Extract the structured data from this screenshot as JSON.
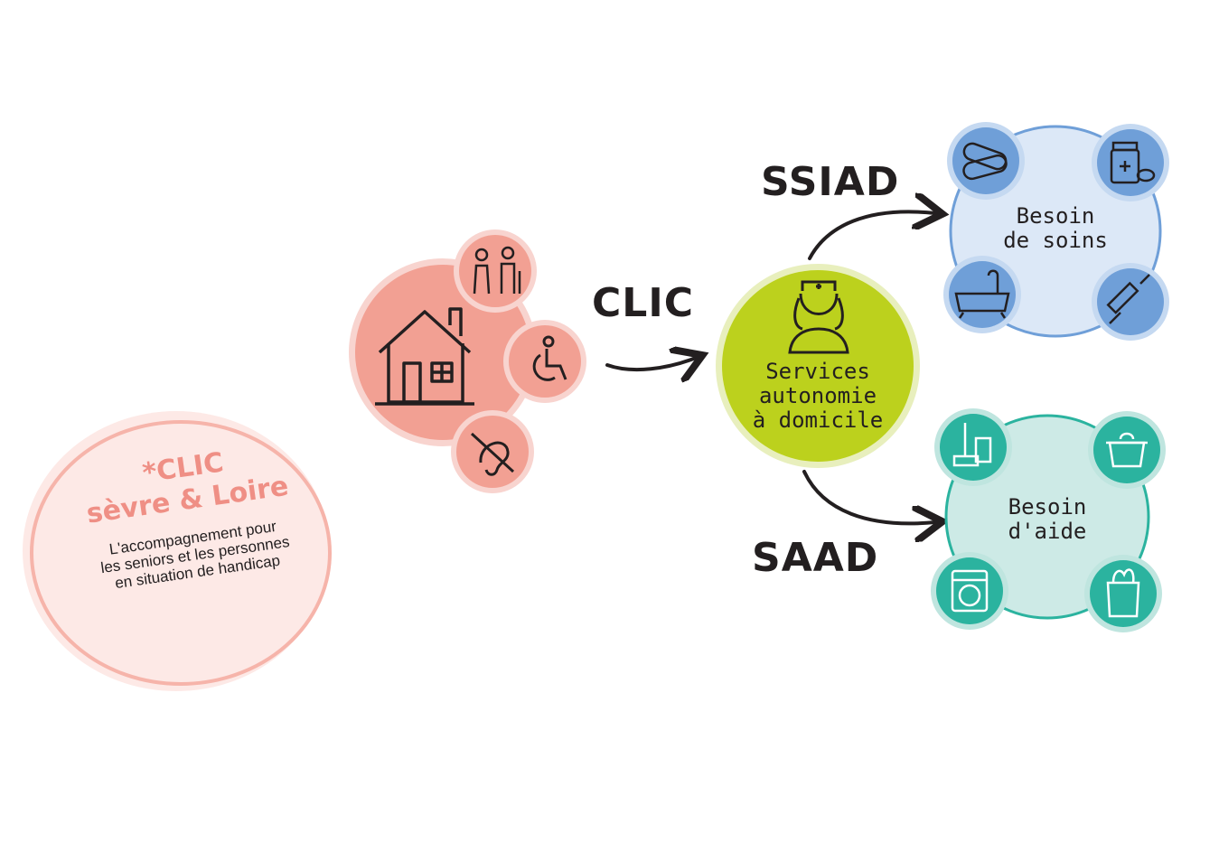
{
  "flow_labels": {
    "clic": "CLIC",
    "ssiad": "SSIAD",
    "saad": "SAAD"
  },
  "center_node": {
    "line1": "Services",
    "line2": "autonomie",
    "line3": "à domicile",
    "icon": "nurse-icon"
  },
  "care_node": {
    "line1": "Besoin",
    "line2": "de soins",
    "icons": [
      "bandage-icon",
      "medicine-icon",
      "bathtub-icon",
      "syringe-icon"
    ]
  },
  "help_node": {
    "line1": "Besoin",
    "line2": "d'aide",
    "icons": [
      "cleaning-icon",
      "cooking-pot-icon",
      "washing-machine-icon",
      "grocery-bag-icon"
    ]
  },
  "home_cluster": {
    "icons": [
      "house-icon",
      "elderly-couple-icon",
      "wheelchair-icon",
      "hearing-impaired-icon"
    ]
  },
  "note": {
    "title_line1": "*CLIC",
    "title_line2": "sèvre & Loire",
    "desc_line1": "L'accompagnement pour",
    "desc_line2": "les seniors et les personnes",
    "desc_line3": "en situation de handicap"
  },
  "colors": {
    "home": "#f2a093",
    "home_light": "#f8d4cf",
    "center": "#bcd11d",
    "care": "#dce8f7",
    "care_dark": "#6f9fd8",
    "help": "#cdeae6",
    "help_dark": "#2bb39f",
    "note_bg": "#fde9e6",
    "note_ring": "#f6b4aa",
    "text": "#231f20"
  }
}
